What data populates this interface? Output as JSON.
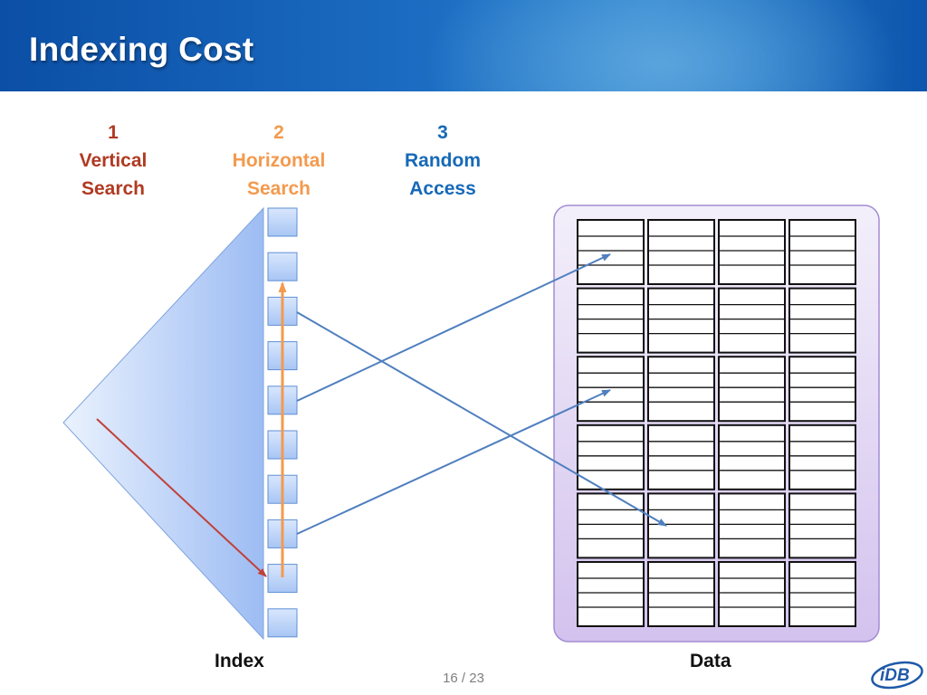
{
  "slide": {
    "title": "Indexing Cost",
    "page_number": "16 / 23"
  },
  "steps": [
    {
      "number": "1",
      "line1": "Vertical",
      "line2": "Search",
      "color": "#b03a22"
    },
    {
      "number": "2",
      "line1": "Horizontal",
      "line2": "Search",
      "color": "#f39a4e"
    },
    {
      "number": "3",
      "line1": "Random",
      "line2": "Access",
      "color": "#1769b7"
    }
  ],
  "labels": {
    "index": "Index",
    "data": "Data"
  },
  "colors": {
    "header_blue": "#1b6cc2",
    "index_triangle": "#a9c6f5",
    "data_panel": "#e6dcf5",
    "vertical_arrow": "#c0413a",
    "horizontal_arrow": "#f39a4e",
    "random_arrow": "#4f7fbf"
  },
  "logo": {
    "text": "iDB"
  }
}
